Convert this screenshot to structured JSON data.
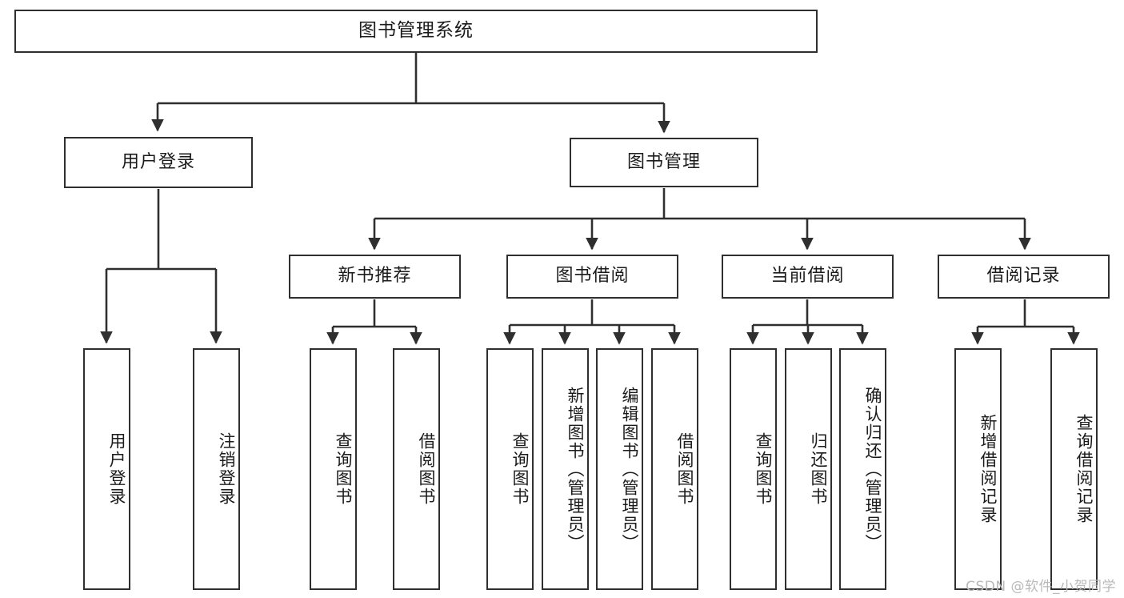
{
  "diagram": {
    "title": "图书管理系统",
    "type": "tree-structure-chart",
    "orientation": "top-down",
    "line_color": "#2f2f2f",
    "box_fill": "#ffffff",
    "text_color": "#1b1b1b",
    "watermark": "CSDN @软件_小贺同学"
  },
  "nodes": {
    "root": {
      "label": "图书管理系统"
    },
    "level1": [
      {
        "id": "user-login",
        "label": "用户登录"
      },
      {
        "id": "book-manage",
        "label": "图书管理"
      }
    ],
    "level2": [
      {
        "id": "new-book-recommend",
        "label": "新书推荐"
      },
      {
        "id": "book-borrow",
        "label": "图书借阅"
      },
      {
        "id": "current-borrow",
        "label": "当前借阅"
      },
      {
        "id": "borrow-record",
        "label": "借阅记录"
      }
    ],
    "leaves": {
      "user_login": [
        {
          "id": "leaf-user-login",
          "label": "用户登录"
        },
        {
          "id": "leaf-logout-login",
          "label": "注销登录"
        }
      ],
      "new_book_recommend": [
        {
          "id": "leaf-query-book-1",
          "label": "查询图书"
        },
        {
          "id": "leaf-borrow-book-1",
          "label": "借阅图书"
        }
      ],
      "book_borrow": [
        {
          "id": "leaf-query-book-2",
          "label": "查询图书"
        },
        {
          "id": "leaf-add-book",
          "label": "新增图书（管理员）"
        },
        {
          "id": "leaf-edit-book",
          "label": "编辑图书（管理员）"
        },
        {
          "id": "leaf-borrow-book-2",
          "label": "借阅图书"
        }
      ],
      "current_borrow": [
        {
          "id": "leaf-query-book-3",
          "label": "查询图书"
        },
        {
          "id": "leaf-return-book",
          "label": "归还图书"
        },
        {
          "id": "leaf-confirm-return",
          "label": "确认归还（管理员）"
        }
      ],
      "borrow_record": [
        {
          "id": "leaf-add-record",
          "label": "新增借阅记录"
        },
        {
          "id": "leaf-query-record",
          "label": "查询借阅记录"
        }
      ]
    }
  }
}
